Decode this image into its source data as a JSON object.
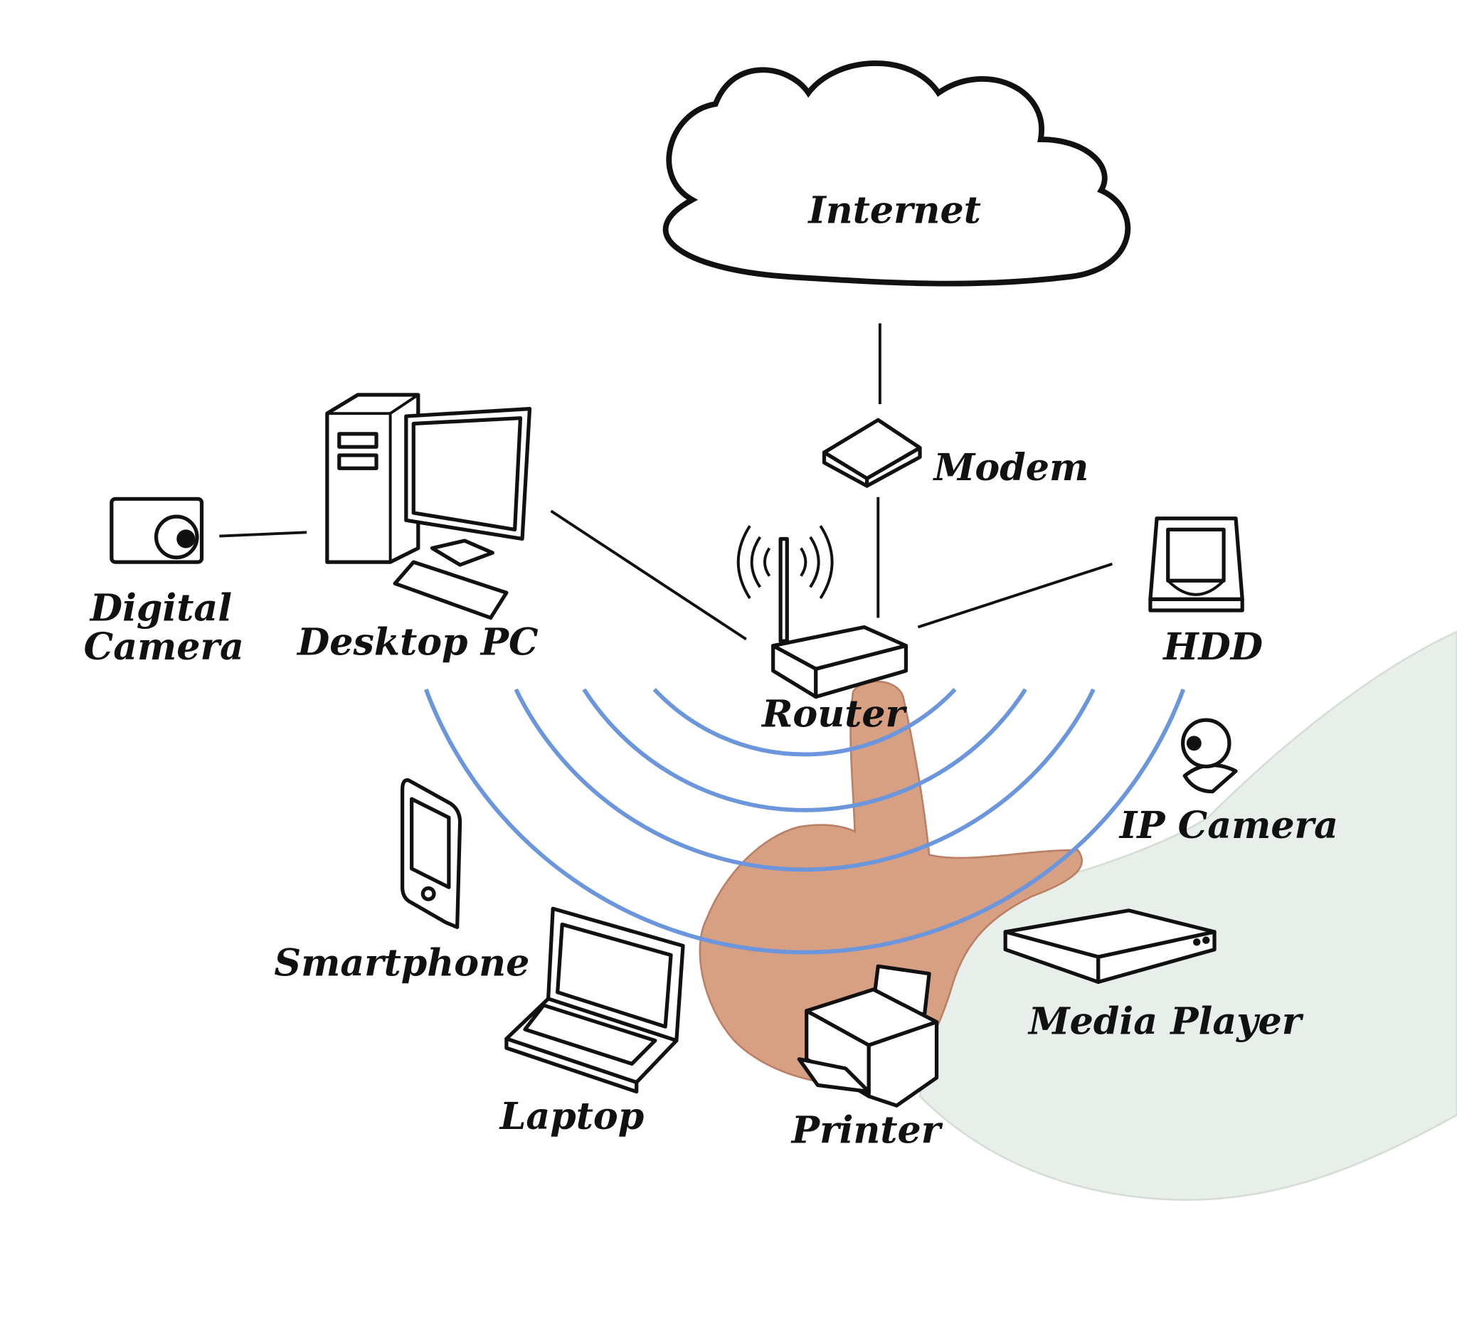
{
  "diagram": {
    "colors": {
      "wave": "#6b96dc",
      "line": "#111111",
      "sleeve": "#e8eee9",
      "skin": "#d7a083"
    },
    "nodes": {
      "internet": {
        "label": "Internet",
        "icon": "cloud-icon"
      },
      "modem": {
        "label": "Modem",
        "icon": "modem-icon"
      },
      "router": {
        "label": "Router",
        "icon": "wifi-router-icon"
      },
      "desktop_pc": {
        "label": "Desktop PC",
        "icon": "desktop-computer-icon"
      },
      "digital_camera": {
        "label_line1": "Digital",
        "label_line2": "Camera",
        "icon": "camera-icon"
      },
      "hdd": {
        "label": "HDD",
        "icon": "hard-drive-icon"
      },
      "ip_camera": {
        "label": "IP Camera",
        "icon": "webcam-icon"
      },
      "smartphone": {
        "label": "Smartphone",
        "icon": "smartphone-icon"
      },
      "laptop": {
        "label": "Laptop",
        "icon": "laptop-icon"
      },
      "printer": {
        "label": "Printer",
        "icon": "printer-icon"
      },
      "media_player": {
        "label": "Media Player",
        "icon": "media-player-icon"
      }
    },
    "connections": [
      [
        "Internet",
        "Modem"
      ],
      [
        "Modem",
        "Router"
      ],
      [
        "Desktop PC",
        "Router"
      ],
      [
        "Digital Camera",
        "Desktop PC"
      ],
      [
        "HDD",
        "Router"
      ]
    ],
    "wireless_waves": 4
  }
}
